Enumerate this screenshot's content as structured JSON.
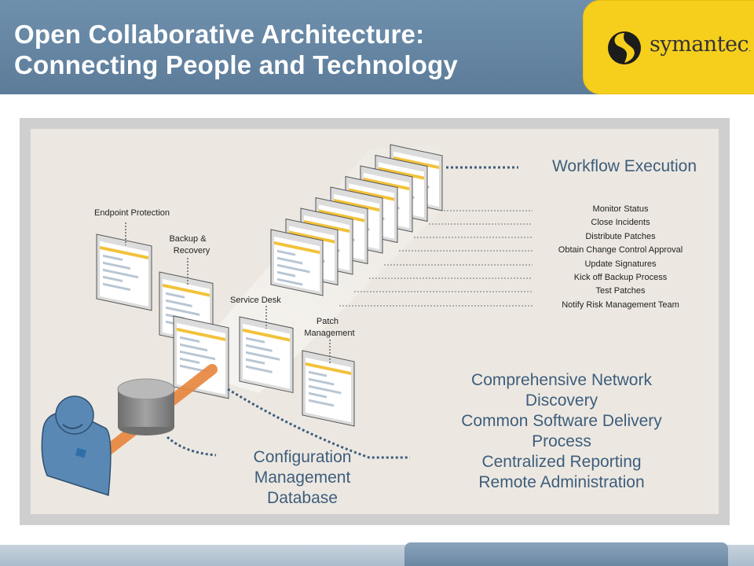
{
  "slide": {
    "title_line1": "Open Collaborative Architecture:",
    "title_line2": "Connecting People and Technology"
  },
  "logo": {
    "text": "symantec",
    "mark": "."
  },
  "diagram": {
    "workflow_title": "Workflow Execution",
    "workflow_tasks": [
      "Monitor Status",
      "Close Incidents",
      "Distribute Patches",
      "Obtain Change Control Approval",
      "Update Signatures",
      "Kick off Backup Process",
      "Test Patches",
      "Notify Risk Management Team"
    ],
    "component_labels": {
      "endpoint": "Endpoint Protection",
      "backup_line1": "Backup &",
      "backup_line2": "Recovery",
      "service_desk": "Service Desk",
      "patch_line1": "Patch",
      "patch_line2": "Management"
    },
    "cmdb_lines": [
      "Configuration",
      "Management",
      "Database"
    ],
    "capabilities": [
      "Comprehensive Network",
      "Discovery",
      "Common Software Delivery",
      "Process",
      "Centralized Reporting",
      "Remote Administration"
    ],
    "colors": {
      "header": "#6384a2",
      "logo_bg": "#f6cf1d",
      "accent_text": "#3e5d7c",
      "dotted_connector": "#3e5d7c",
      "person": "#5a88b5",
      "connector_orange": "#e8853b",
      "database": "#8a8a8a"
    }
  }
}
